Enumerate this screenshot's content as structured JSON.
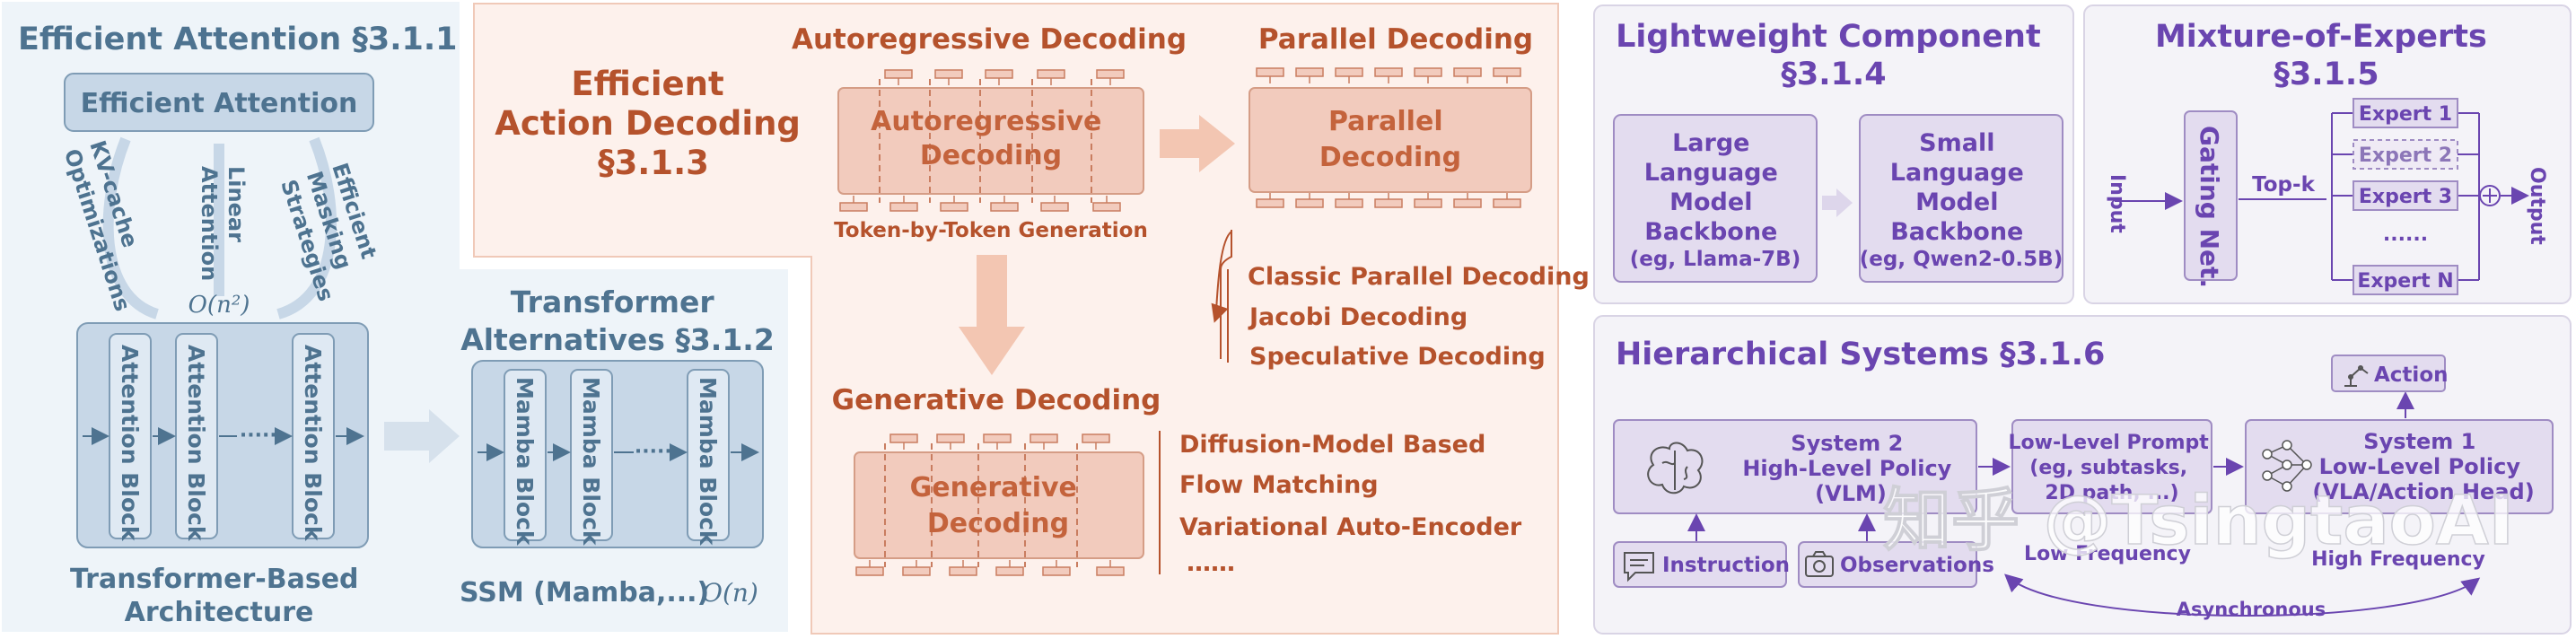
{
  "efficient_attention": {
    "title": "Efficient Attention §3.1.1",
    "box_label": "Efficient Attention",
    "arc_labels": [
      [
        "KV-cache",
        "Optimizations"
      ],
      [
        "Linear",
        "Attention"
      ],
      [
        "Efficient",
        "Masking",
        "Strategies"
      ]
    ],
    "complexity": "O(n²)",
    "block_label": "Attention Block",
    "ellipsis": "······",
    "caption": [
      "Transformer-Based",
      "Architecture"
    ]
  },
  "transformer_alternatives": {
    "title": [
      "Transformer",
      "Alternatives §3.1.2"
    ],
    "block_label": "Mamba Block",
    "ellipsis": "······",
    "caption": "SSM (Mamba,...)",
    "complexity": "O(n)"
  },
  "action_decoding": {
    "title": [
      "Efficient",
      "Action Decoding",
      "§3.1.3"
    ],
    "autoregressive": {
      "title": "Autoregressive Decoding",
      "box": [
        "Autoregressive",
        "Decoding"
      ],
      "caption": "Token-by-Token Generation"
    },
    "parallel": {
      "title": "Parallel Decoding",
      "box": [
        "Parallel",
        "Decoding"
      ],
      "list": [
        "Classic Parallel Decoding",
        "Jacobi Decoding",
        "Speculative Decoding"
      ]
    },
    "generative": {
      "title": "Generative Decoding",
      "box": [
        "Generative",
        "Decoding"
      ],
      "list": [
        "Diffusion-Model Based",
        "Flow Matching",
        "Variational Auto-Encoder",
        "……"
      ]
    }
  },
  "lightweight": {
    "title": [
      "Lightweight Component",
      "§3.1.4"
    ],
    "large": [
      "Large",
      "Language",
      "Model",
      "Backbone",
      "(eg, Llama-7B)"
    ],
    "small": [
      "Small",
      "Language",
      "Model",
      "Backbone",
      "(eg, Qwen2-0.5B)"
    ]
  },
  "moe": {
    "title": [
      "Mixture-of-Experts",
      "§3.1.5"
    ],
    "input": "Input",
    "gate": "Gating Net.",
    "topk": "Top-k",
    "experts": [
      "Expert 1",
      "Expert 2",
      "Expert 3",
      "......",
      "Expert N"
    ],
    "output": "Output"
  },
  "hierarchical": {
    "title": "Hierarchical Systems §3.1.6",
    "system2": [
      "System 2",
      "High-Level Policy",
      "(VLM)"
    ],
    "prompt": [
      "Low-Level Prompt",
      "(eg, subtasks,",
      "2D path, ...)"
    ],
    "system1": [
      "System 1",
      "Low-Level Policy",
      "(VLA/Action Head)"
    ],
    "action": "Action",
    "instruction": "Instruction",
    "observations": "Observations",
    "low_freq": "Low Frequency",
    "high_freq": "High Frequency",
    "async": "Asynchronous"
  },
  "watermark": "知乎 @TsingtaoAI",
  "colors": {
    "blue_text": "#4e7390",
    "blue_fill": "#c7d7e7",
    "blue_panel": "#eef4f9",
    "orange_text": "#b5522c",
    "orange_fill": "#f2cbbd",
    "orange_panel": "#fdf1ec",
    "purple_text": "#6a45b0",
    "purple_fill": "#e3dcef",
    "purple_panel": "#f4f3f8"
  }
}
